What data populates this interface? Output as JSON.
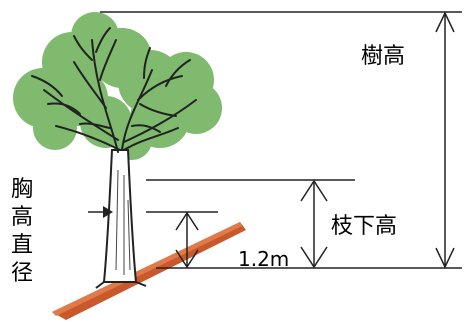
{
  "labels": {
    "tree_height": "樹高",
    "clear_bole_height": "枝下高",
    "breast_height": "1.2m",
    "dbh_chars": [
      "胸",
      "高",
      "直",
      "径"
    ]
  },
  "colors": {
    "foliage": "#7fba6e",
    "foliage_dark": "#6aa85a",
    "ground": "#c9582a",
    "line": "#222222"
  }
}
